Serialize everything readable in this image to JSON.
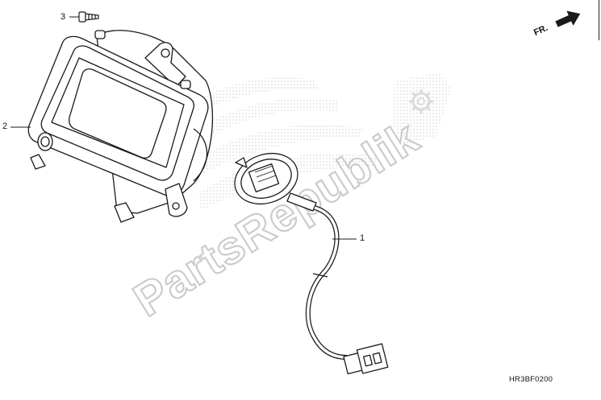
{
  "callouts": {
    "part_1": "1",
    "part_2": "2",
    "part_3": "3"
  },
  "front_indicator": "FR.",
  "diagram_code": "HR3BF0200",
  "watermark": {
    "text": "PartsRepublik"
  },
  "colors": {
    "line": "#1a1a1a",
    "watermark": "#cfcfcf",
    "background": "#ffffff"
  },
  "icons": {
    "front_arrow": "arrow-right-icon",
    "watermark_logo": "gear-icon"
  }
}
